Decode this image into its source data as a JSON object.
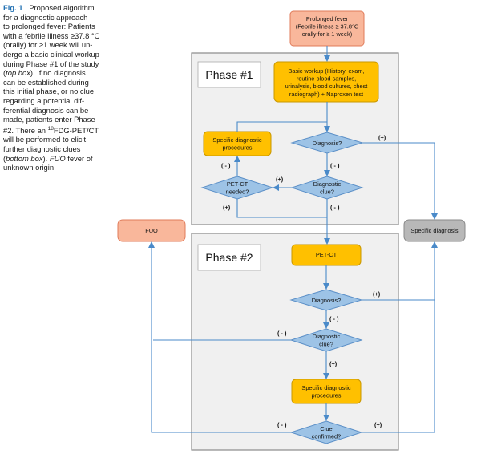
{
  "caption": {
    "figure_label": "Fig. 1",
    "lines": [
      "Proposed algorithm",
      "for a diagnostic approach",
      "to prolonged fever: Patients",
      "with a febrile illness ≥37.8 °C",
      "(orally) for ≥1 week will un-",
      "dergo a basic clinical workup",
      "during Phase #1 of the study",
      "(top box). If no diagnosis",
      "can be established during",
      "this initial phase, or no clue",
      "regarding a potential dif-",
      "ferential diagnosis can be",
      "made, patients enter Phase",
      "#2. There an 18FDG-PET/CT",
      "will be performed to elicit",
      "further diagnostic clues",
      "(bottom box). FUO fever of",
      "unknown origin"
    ]
  },
  "diagram": {
    "phase1_label": "Phase #1",
    "phase2_label": "Phase #2",
    "prolonged_fever": [
      "Prolonged fever",
      "(Febrile illness ≥ 37.8°C",
      "orally for ≥ 1 week)"
    ],
    "basic_workup": [
      "Basic workup (History, exam,",
      "routine blood samples,",
      "urinalysis, blood cultures, chest",
      "radiograph) + Naproxen test"
    ],
    "specific_procedures_1": [
      "Specific diagnostic",
      "procedures"
    ],
    "diagnosis_1": [
      "Diagnosis?"
    ],
    "diagnostic_clue_1": [
      "Diagnostic",
      "clue?"
    ],
    "petct_needed": [
      "PET-CT",
      "needed?"
    ],
    "fuo": [
      "FUO"
    ],
    "specific_diagnosis": [
      "Specific diagnosis"
    ],
    "petct": [
      "PET-CT"
    ],
    "diagnosis_2": [
      "Diagnosis?"
    ],
    "diagnostic_clue_2": [
      "Diagnostic",
      "clue?"
    ],
    "specific_procedures_2": [
      "Specific diagnostic",
      "procedures"
    ],
    "clue_confirmed": [
      "Clue",
      "confirmed?"
    ],
    "edge_labels": {
      "pos": "(+)",
      "neg": "( - )"
    },
    "colors": {
      "fever_fill": "#f9b79b",
      "fever_stroke": "#e07b5a",
      "process_fill": "#ffc000",
      "process_stroke": "#c99700",
      "decision_fill": "#9dc3e6",
      "decision_stroke": "#5b8fc7",
      "specific_dx_fill": "#b8b8b8",
      "arrow": "#4a8ac9",
      "phase_box": "#f0f0f0"
    }
  }
}
